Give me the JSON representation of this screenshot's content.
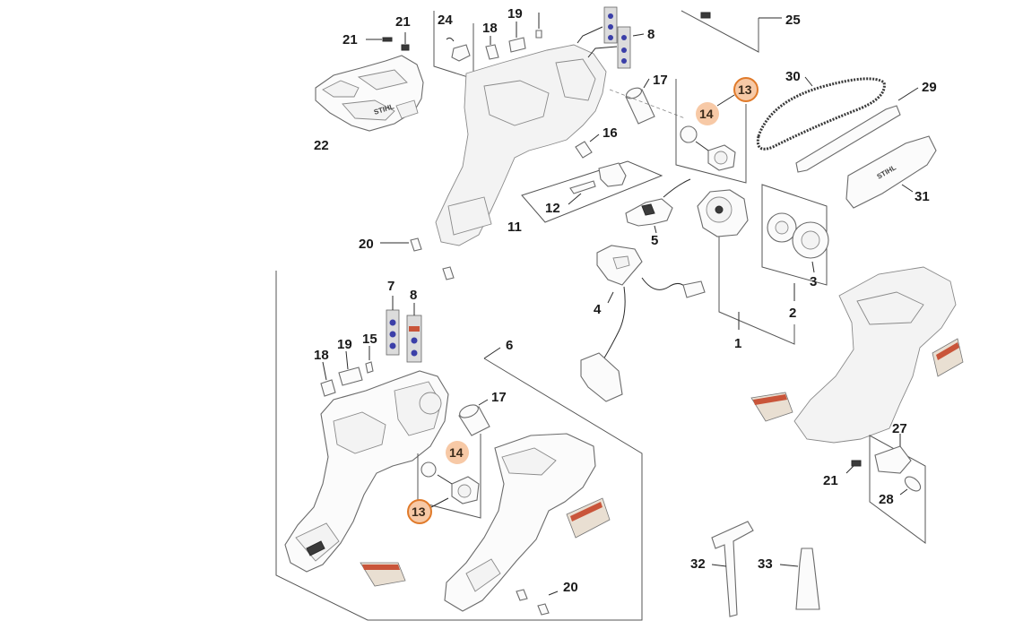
{
  "diagram": {
    "labels": {
      "l1": "1",
      "l2": "2",
      "l3": "3",
      "l4": "4",
      "l5": "5",
      "l6": "6",
      "l7": "7",
      "l8_top": "8",
      "l8_low": "8",
      "l11": "11",
      "l12": "12",
      "l13_top": "13",
      "l13_low": "13",
      "l14_top": "14",
      "l14_low": "14",
      "l15": "15",
      "l16": "16",
      "l17_top": "17",
      "l17_low": "17",
      "l18_top": "18",
      "l18_low": "18",
      "l19_top": "19",
      "l19_low": "19",
      "l20_top": "20",
      "l20_low": "20",
      "l21_a": "21",
      "l21_b": "21",
      "l21_c": "21",
      "l22": "22",
      "l24": "24",
      "l25": "25",
      "l27": "27",
      "l28": "28",
      "l29": "29",
      "l30": "30",
      "l31": "31",
      "l32": "32",
      "l33": "33"
    },
    "brand_marks": {
      "housing_cover": "STIHL",
      "bar_cover": "STIHL"
    },
    "colors": {
      "badge_fill": "#f7c9a6",
      "badge_ring": "#e07a2a",
      "label_blue": "#3b3fa8",
      "warning_red": "#c9553a"
    }
  }
}
